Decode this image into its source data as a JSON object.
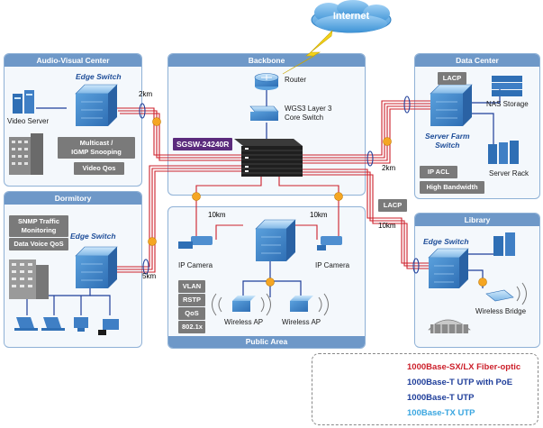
{
  "panels": {
    "av": "Audio-Visual Center",
    "backbone": "Backbone",
    "datacenter": "Data Center",
    "dormitory": "Dormitory",
    "public": "Public Area",
    "library": "Library"
  },
  "internet": "Internet",
  "model_label": "SGSW-24240R",
  "labels": {
    "router": "Router",
    "core_switch": "WGS3 Layer 3\nCore Switch",
    "video_server": "Video Server",
    "nas": "NAS Storage",
    "server_rack": "Server Rack",
    "server_farm_switch": "Server Farm\nSwitch",
    "edge_switch_av": "Edge Switch",
    "edge_switch_dorm": "Edge Switch",
    "edge_switch_lib": "Edge Switch",
    "ip_camera_left": "IP Camera",
    "ip_camera_right": "IP Camera",
    "wireless_ap_left": "Wireless AP",
    "wireless_ap_right": "Wireless AP",
    "wireless_bridge": "Wireless Bridge"
  },
  "tags": {
    "multicast": "Multicast /\nIGMP Snooping",
    "video_qos": "Video Qos",
    "snmp": "SNMP Traffic\nMonitoring",
    "data_voice_qos": "Data Voice QoS",
    "lacp_dc": "LACP",
    "ip_acl": "IP ACL",
    "high_bw": "High Bandwidth",
    "lacp_lib": "LACP",
    "vlan": "VLAN",
    "rstp": "RSTP",
    "qos": "QoS",
    "dot1x": "802.1x"
  },
  "distances": {
    "av": "2km",
    "dc": "2km",
    "dorm": "5km",
    "lib": "10km",
    "pub_left": "10km",
    "pub_right": "10km"
  },
  "legend": [
    {
      "label": "1000Base-SX/LX Fiber-optic",
      "color": "#cc1f2a"
    },
    {
      "label": "1000Base-T UTP with PoE",
      "color": "#1f3e9a"
    },
    {
      "label": "1000Base-T UTP",
      "color": "#1f3e9a"
    },
    {
      "label": "100Base-TX UTP",
      "color": "#3aa6e0"
    }
  ],
  "colors": {
    "fiber": "#cc1f2a",
    "utp": "#1f3e9a",
    "tx": "#3aa6e0",
    "panel_head": "#6e98c8"
  }
}
